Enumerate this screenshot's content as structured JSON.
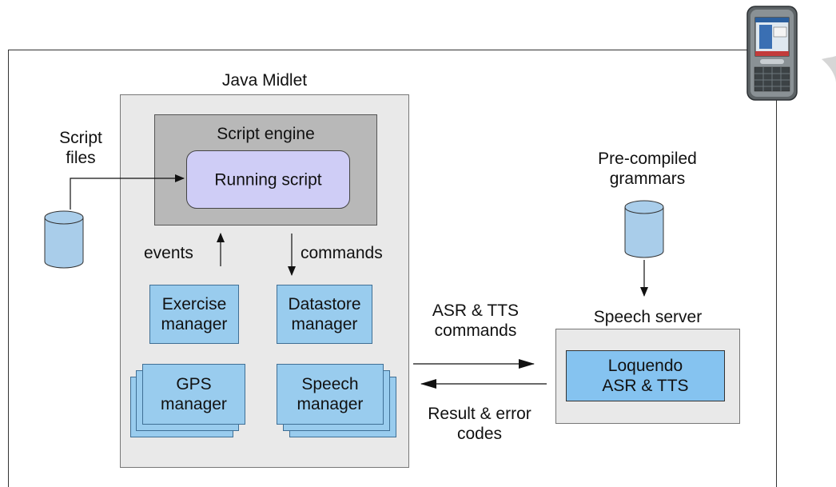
{
  "outer_frame": {},
  "java_midlet": {
    "title": "Java Midlet",
    "script_engine": {
      "title": "Script engine",
      "running_script": "Running script"
    },
    "events_label": "events",
    "commands_label": "commands",
    "managers": {
      "exercise": [
        "Exercise",
        "manager"
      ],
      "datastore": [
        "Datastore",
        "manager"
      ],
      "gps": [
        "GPS",
        "manager"
      ],
      "speech": [
        "Speech",
        "manager"
      ]
    }
  },
  "script_files": {
    "label": [
      "Script",
      "files"
    ]
  },
  "grammars": {
    "label": [
      "Pre-compiled",
      "grammars"
    ]
  },
  "speech_server": {
    "title": "Speech server",
    "engine": [
      "Loquendo",
      "ASR & TTS"
    ]
  },
  "asr_tts_commands": [
    "ASR & TTS",
    "commands"
  ],
  "result_codes": [
    "Result & error",
    "codes"
  ],
  "phone": {
    "icon": "mobile-phone-icon"
  },
  "colors": {
    "frame_gray": "#e9e9e9",
    "engine_gray": "#b8b8b8",
    "running_script": "#cfcdf6",
    "manager_blue": "#99ccee",
    "storage_blue": "#a9cdea",
    "speech_engine_blue": "#85c3f0"
  }
}
